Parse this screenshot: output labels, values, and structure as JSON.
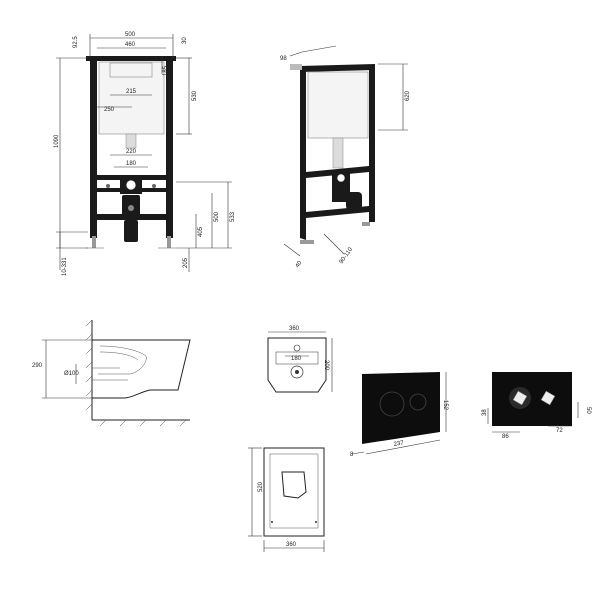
{
  "frame_front": {
    "top_width": "500",
    "inner_width": "460",
    "offset_left": "92.5",
    "offset_right": "30",
    "tank_right": "185",
    "tank_height": "530",
    "height_total": "1090",
    "tank_width": "215",
    "tank_offset": "250",
    "bolt_spacing": "220",
    "pipe_spacing": "180",
    "drain_height": "405",
    "mount_height": "500",
    "mount_height2": "533",
    "leg_height": "205",
    "leg_adjust": "10-331"
  },
  "frame_side": {
    "top_depth": "98",
    "tank_height": "620",
    "base_depth": "40",
    "pipe_angle": "90-110"
  },
  "wc_side": {
    "height": "290",
    "drain": "Ø100"
  },
  "wc_front": {
    "width": "360",
    "bolt_spacing": "180",
    "height": "200"
  },
  "wc_top": {
    "length": "520",
    "width": "360"
  },
  "flush_plate": {
    "height": "152",
    "width": "237",
    "depth": "8"
  },
  "plate_back": {
    "offset": "38",
    "left": "86",
    "right": "72",
    "height": "50"
  }
}
